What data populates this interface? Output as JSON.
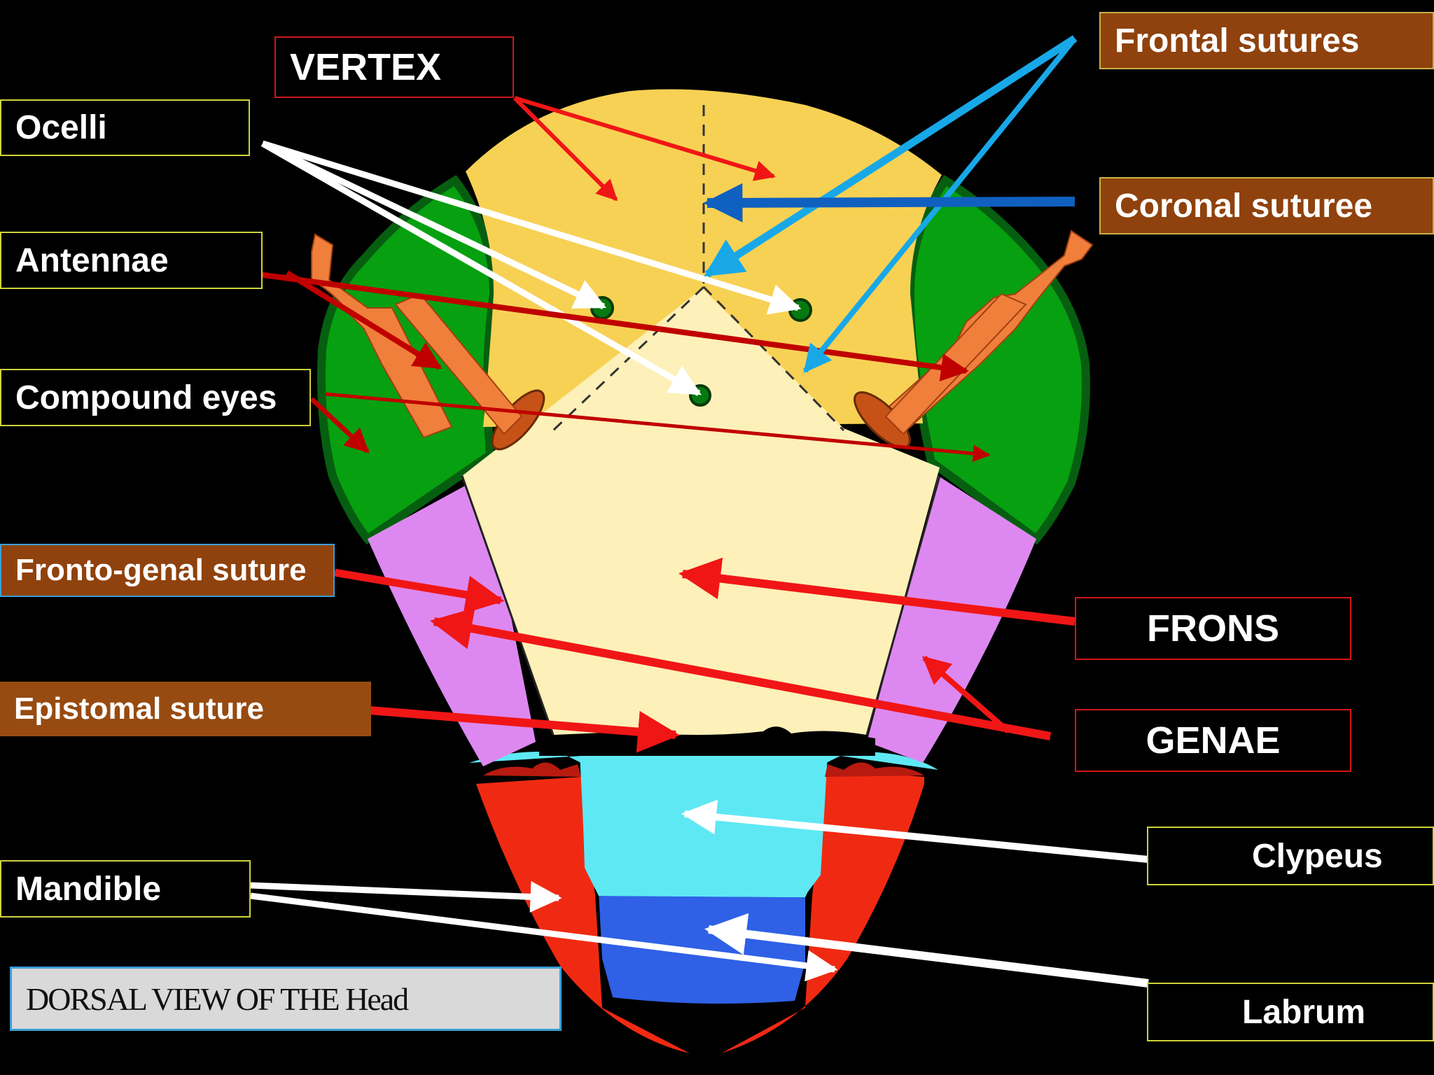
{
  "labels": {
    "vertex": "VERTEX",
    "ocelli": "Ocelli",
    "antennae": "Antennae",
    "compound_eyes": "Compound eyes",
    "fronto_genal_suture": "Fronto-genal suture",
    "epistomal_suture": "Epistomal  suture",
    "mandible": "Mandible",
    "frontal_sutures": "Frontal sutures",
    "coronal_suture": "Coronal suturee",
    "frons": "FRONS",
    "genae": "GENAE",
    "clypeus": "Clypeus",
    "labrum": "Labrum"
  },
  "caption": "DORSAL VIEW OF THE Head",
  "colors": {
    "background": "#000000",
    "vertex": "#f7d154",
    "frons": "#fdf0b8",
    "compound_eye": "#07a010",
    "compound_eye_outline": "#065f10",
    "antenna": "#f07f3c",
    "antenna_socket": "#c65218",
    "genae": "#dd88f0",
    "clypeus": "#5ee8f4",
    "labrum": "#2f60e6",
    "mandible": "#f02a12",
    "arrow_red": "#f01616",
    "arrow_darkred": "#c00000",
    "arrow_white": "#ffffff",
    "arrow_lightblue": "#18a8e8",
    "arrow_blue": "#1060c0"
  }
}
